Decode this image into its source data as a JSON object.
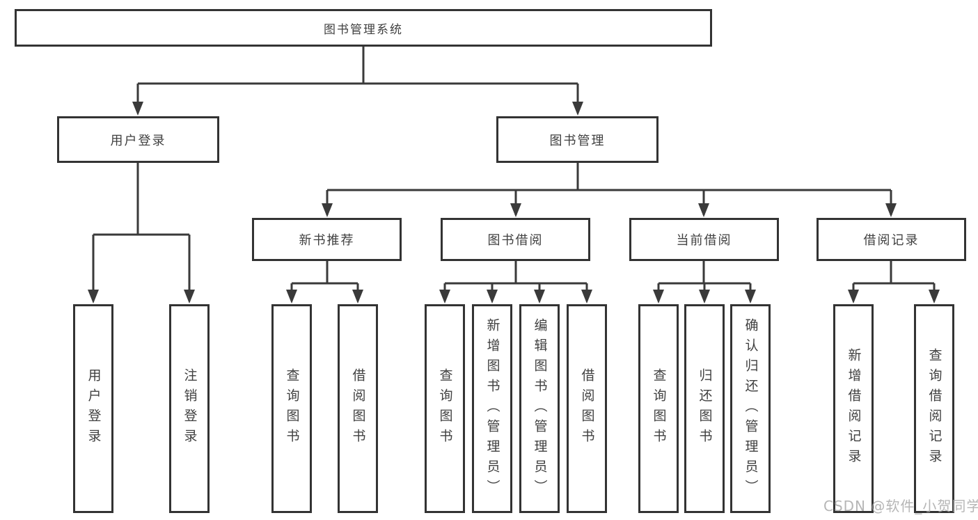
{
  "diagram": {
    "title": "图书管理系统",
    "watermark": "CSDN @软件_小贺同学",
    "colors": {
      "line": "#3a3a3a",
      "box_border": "#333333",
      "text": "#404040",
      "watermark": "#a4a4a4",
      "background": "#ffffff"
    },
    "nodes": {
      "root": {
        "label": "图书管理系统"
      },
      "level2": [
        {
          "label": "用户登录",
          "parent": "图书管理系统"
        },
        {
          "label": "图书管理",
          "parent": "图书管理系统"
        }
      ],
      "level3": [
        {
          "label": "新书推荐",
          "parent": "图书管理"
        },
        {
          "label": "图书借阅",
          "parent": "图书管理"
        },
        {
          "label": "当前借阅",
          "parent": "图书管理"
        },
        {
          "label": "借阅记录",
          "parent": "图书管理"
        }
      ],
      "leaves": [
        {
          "label": "用户登录",
          "parent": "用户登录"
        },
        {
          "label": "注销登录",
          "parent": "用户登录"
        },
        {
          "label": "查询图书",
          "parent": "新书推荐"
        },
        {
          "label": "借阅图书",
          "parent": "新书推荐"
        },
        {
          "label": "查询图书",
          "parent": "图书借阅"
        },
        {
          "label": "新增图书（管理员）",
          "parent": "图书借阅"
        },
        {
          "label": "编辑图书（管理员）",
          "parent": "图书借阅"
        },
        {
          "label": "借阅图书",
          "parent": "图书借阅"
        },
        {
          "label": "查询图书",
          "parent": "当前借阅"
        },
        {
          "label": "归还图书",
          "parent": "当前借阅"
        },
        {
          "label": "确认归还（管理员）",
          "parent": "当前借阅"
        },
        {
          "label": "新增借阅记录",
          "parent": "借阅记录"
        },
        {
          "label": "查询借阅记录",
          "parent": "借阅记录"
        }
      ]
    }
  }
}
